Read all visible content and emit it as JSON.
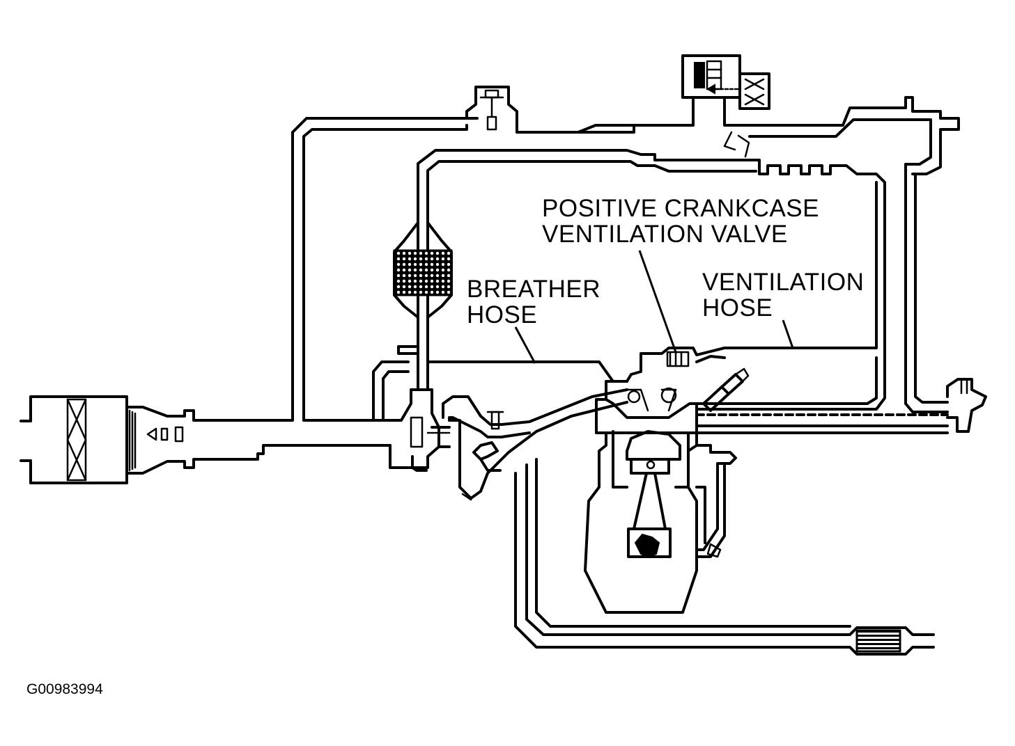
{
  "labels": {
    "pcv_valve_line1": "POSITIVE CRANKCASE",
    "pcv_valve_line2": "VENTILATION VALVE",
    "breather_hose_line1": "BREATHER",
    "breather_hose_line2": "HOSE",
    "ventilation_hose_line1": "VENTILATION",
    "ventilation_hose_line2": "HOSE"
  },
  "figure_code": "G00983994"
}
